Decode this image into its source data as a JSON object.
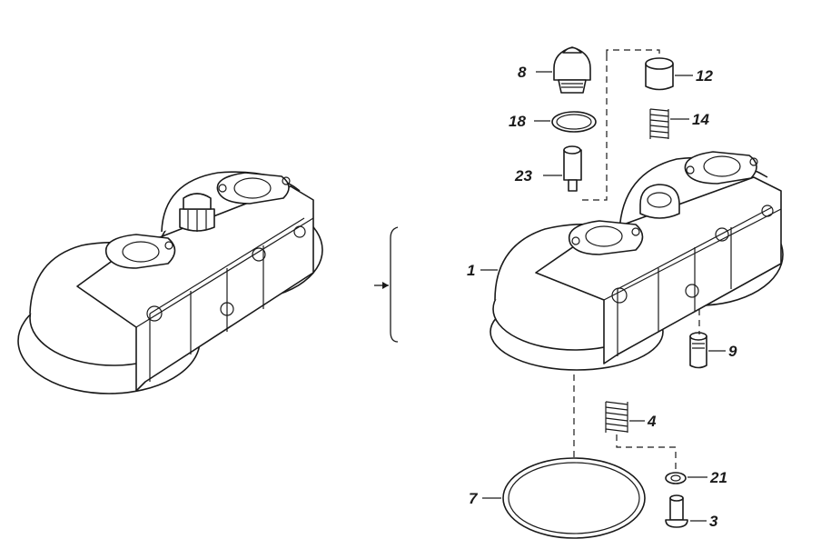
{
  "figure": {
    "callouts": [
      {
        "id": "c8",
        "text": "8"
      },
      {
        "id": "c12",
        "text": "12"
      },
      {
        "id": "c18",
        "text": "18"
      },
      {
        "id": "c14",
        "text": "14"
      },
      {
        "id": "c23",
        "text": "23"
      },
      {
        "id": "c1",
        "text": "1"
      },
      {
        "id": "c9",
        "text": "9"
      },
      {
        "id": "c4",
        "text": "4"
      },
      {
        "id": "c7",
        "text": "7"
      },
      {
        "id": "c21",
        "text": "21"
      },
      {
        "id": "c3",
        "text": "3"
      }
    ]
  },
  "colors": {
    "line": "#1a1a1a",
    "background": "#ffffff"
  }
}
